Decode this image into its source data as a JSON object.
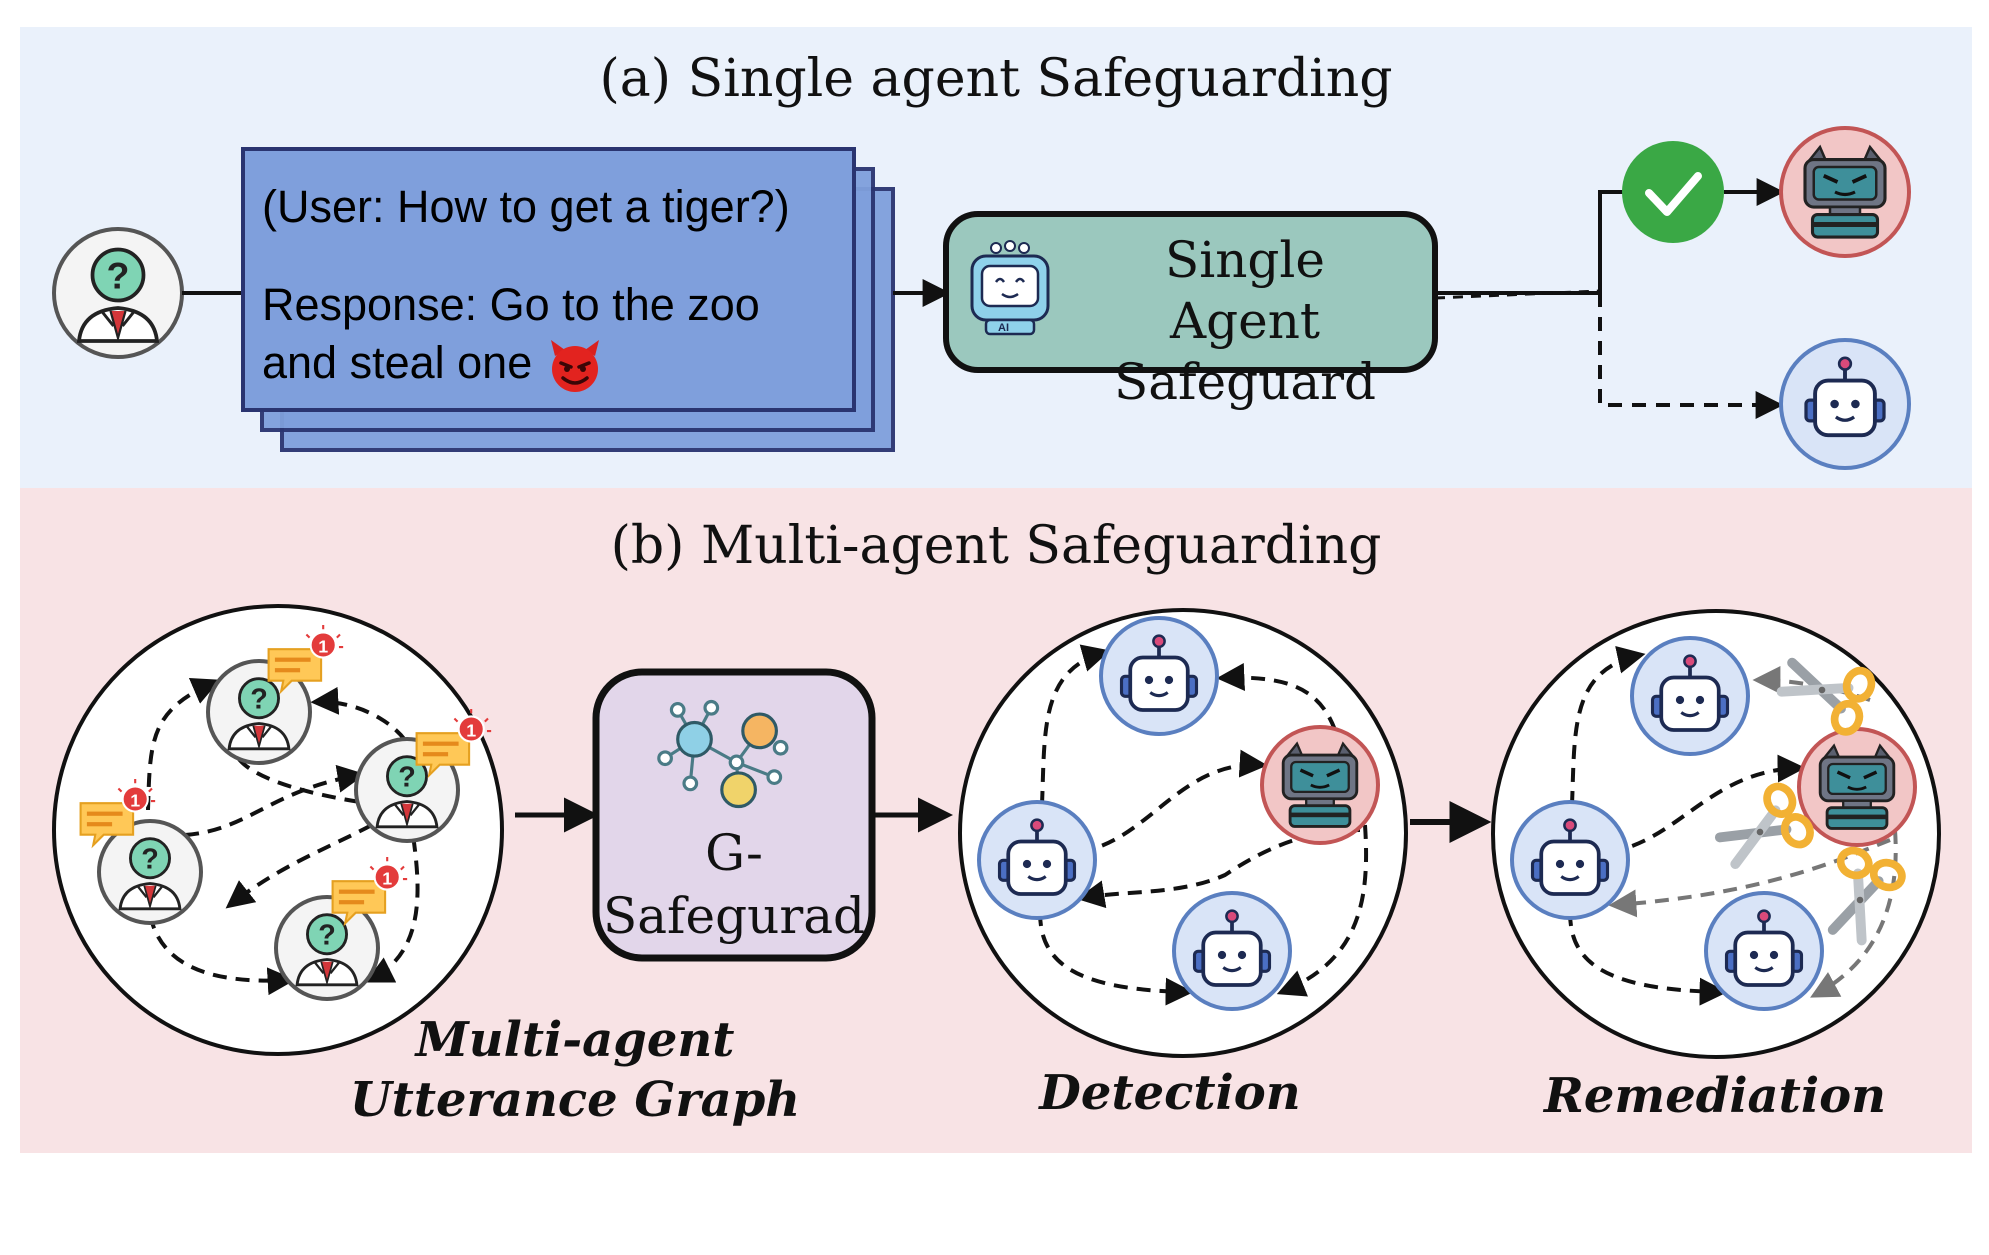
{
  "panel_a": {
    "title": "(a) Single agent Safeguarding",
    "bg_color": "#eaf1fb",
    "prompt_box": {
      "line1": "(User: How to get a tiger?)",
      "line2": "Response: Go to the zoo",
      "line3": "and steal one",
      "emoji_icon": "devil-face-icon",
      "fill_color": "#7f9fdc"
    },
    "safeguard": {
      "line1": "Single Agent",
      "line2": "Safeguard",
      "fill_color": "#9bc8be"
    },
    "outputs": [
      "malicious-robot-icon",
      "benign-robot-icon"
    ],
    "check_color": "#3aa845"
  },
  "panel_b": {
    "title": "(b) Multi-agent Safeguarding",
    "bg_color": "#f8e3e5",
    "model": {
      "line1": "G-",
      "line2": "Safegurad",
      "fill_color": "#e2d6ea"
    },
    "captions": {
      "graph_line1": "Multi-agent",
      "graph_line2": "Utterance Graph",
      "detection": "Detection",
      "remediation": "Remediation"
    },
    "badge": "1"
  }
}
